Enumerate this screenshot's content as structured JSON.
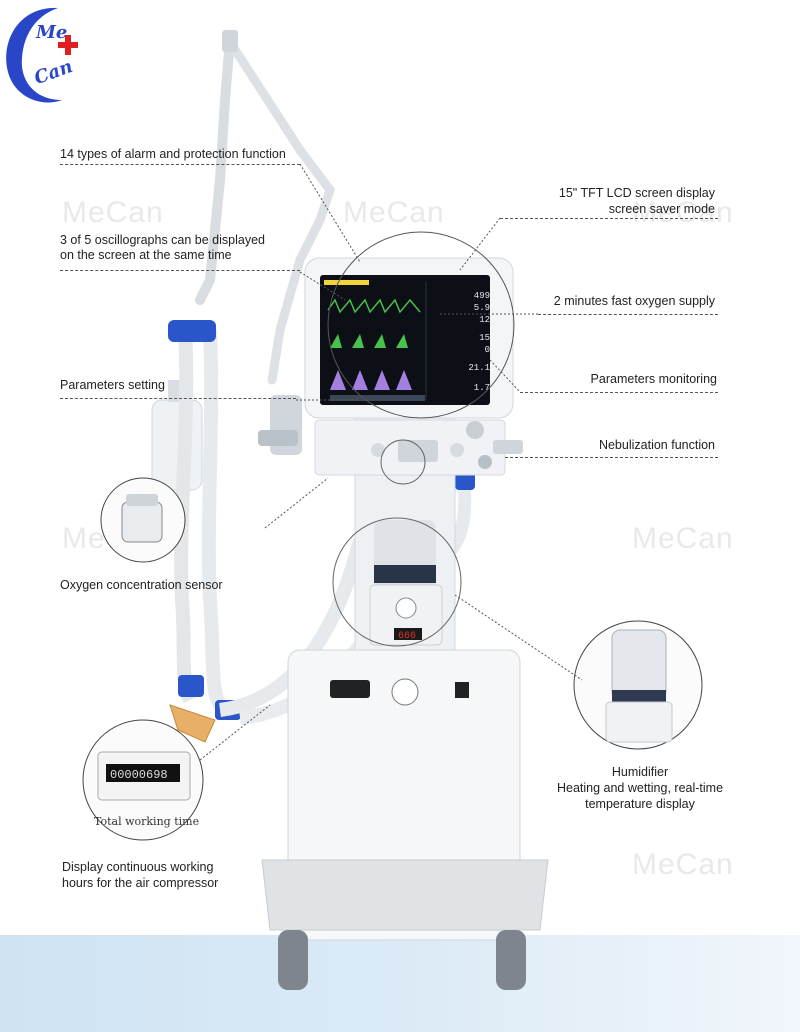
{
  "brand": {
    "logo_top": "Me",
    "logo_bottom": "Can",
    "watermark": "MeCan"
  },
  "annotations": {
    "alarm": "14 types of alarm and protection function",
    "screen_line1": "15\" TFT LCD screen display",
    "screen_line2": "screen saver mode",
    "oscillographs_line1": "3 of 5 oscillographs can be displayed",
    "oscillographs_line2": "on the screen at the same time",
    "oxygen_supply": "2 minutes fast oxygen supply",
    "parameters_setting": "Parameters setting",
    "parameters_monitoring": "Parameters monitoring",
    "nebulization": "Nebulization function",
    "oxygen_sensor": "Oxygen concentration  sensor",
    "humidifier_title": "Humidifier",
    "humidifier_line1": "Heating and wetting, real-time",
    "humidifier_line2": "temperature display",
    "working_hours_line1": "Display continuous working",
    "working_hours_line2": "hours for the air compressor",
    "total_working_time": "Total working time"
  },
  "screen_values": {
    "v1": "499",
    "v2": "5.9",
    "v3": "12",
    "v4": "15",
    "v5": "0",
    "v6": "21.1",
    "v7": "1.7"
  },
  "humidifier_display": "666",
  "counter_digits": "00000698",
  "colors": {
    "logo_blue": "#2a46c8",
    "logo_red": "#e02020",
    "tube_blue": "#2b56c9",
    "screen_dark": "#0c1016",
    "waveform_green": "#47c24a",
    "waveform_purple": "#a47fe0",
    "band": "#d6e7f5"
  }
}
